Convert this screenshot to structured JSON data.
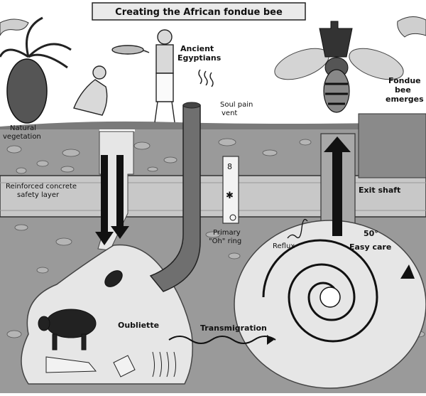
{
  "title": "Creating the African fondue bee",
  "labels": {
    "ancient_egyptians_line1": "Ancient",
    "ancient_egyptians_line2": "Egyptians",
    "natural_vegetation_line1": "Natural",
    "natural_vegetation_line2": "vegetation",
    "soul_pain_vent_line1": "Soul pain",
    "soul_pain_vent_line2": "vent",
    "fondue_bee_line1": "Fondue",
    "fondue_bee_line2": "bee",
    "fondue_bee_line3": "emerges",
    "reinforced_line1": "Reinforced concrete",
    "reinforced_line2": "safety layer",
    "exit_shaft": "Exit shaft",
    "primary_line1": "Primary",
    "primary_line2": "\"Oh\" ring",
    "reflux": "Reflux",
    "degrees": "50°",
    "easy_care": "Easy care",
    "oubliette": "Oubliette",
    "transmigration": "Transmigration"
  },
  "colors": {
    "soil": "#9a9a9a",
    "soil_dark": "#7a7a7a",
    "concrete": "#c8c8c8",
    "cave": "#e6e6e6",
    "shaft": "#1a1a1a",
    "pipe": "#6f6f6f"
  }
}
